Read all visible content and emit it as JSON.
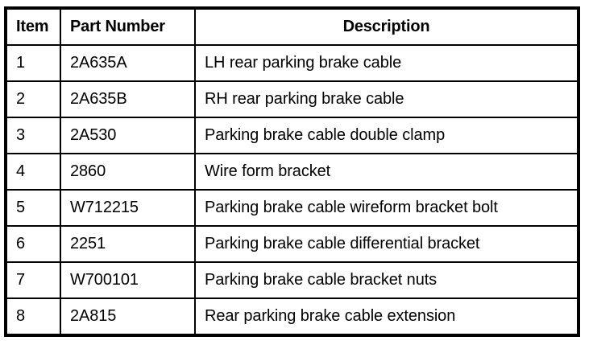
{
  "table": {
    "caption": "",
    "colors": {
      "border": "#000000",
      "text": "#000000",
      "background": "#ffffff"
    },
    "columns": [
      {
        "key": "item",
        "label": "Item",
        "align": "left"
      },
      {
        "key": "part_number",
        "label": "Part Number",
        "align": "left"
      },
      {
        "key": "description",
        "label": "Description",
        "align": "center"
      }
    ],
    "headers": {
      "item": "Item",
      "part_number": "Part Number",
      "description": "Description"
    },
    "rows": [
      {
        "item": "1",
        "part_number": "2A635A",
        "description": "LH rear parking brake cable"
      },
      {
        "item": "2",
        "part_number": "2A635B",
        "description": "RH rear parking brake cable"
      },
      {
        "item": "3",
        "part_number": "2A530",
        "description": "Parking brake cable double clamp"
      },
      {
        "item": "4",
        "part_number": "2860",
        "description": "Wire form bracket"
      },
      {
        "item": "5",
        "part_number": "W712215",
        "description": "Parking brake cable wireform bracket bolt"
      },
      {
        "item": "6",
        "part_number": "2251",
        "description": "Parking brake cable differential bracket"
      },
      {
        "item": "7",
        "part_number": "W700101",
        "description": "Parking brake cable bracket nuts"
      },
      {
        "item": "8",
        "part_number": "2A815",
        "description": "Rear parking brake cable extension"
      }
    ]
  }
}
